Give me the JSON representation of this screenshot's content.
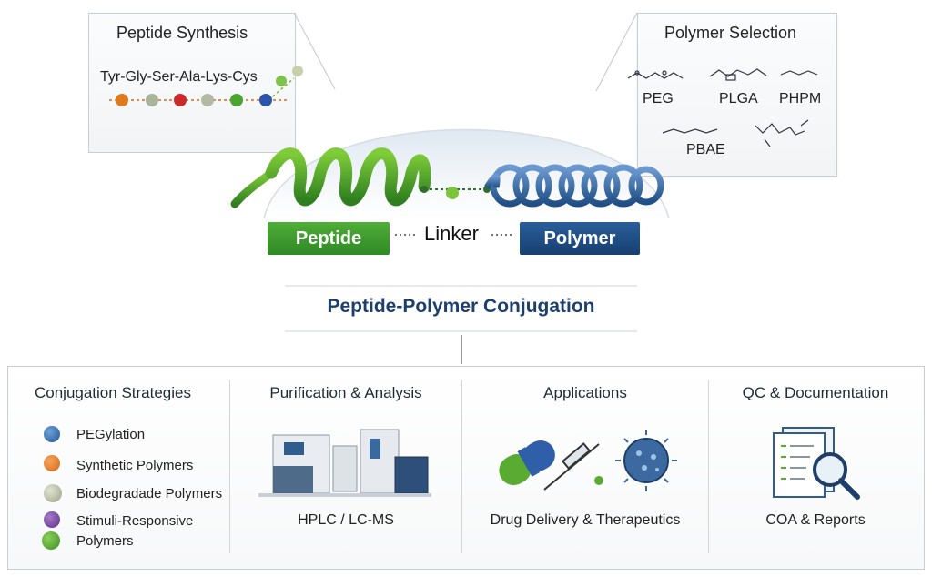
{
  "peptide_synthesis": {
    "title": "Peptide Synthesis",
    "sequence": "Tyr-Gly-Ser-Ala-Lys-Cys"
  },
  "polymer_selection": {
    "title": "Polymer Selection",
    "polymers": [
      "PEG",
      "PLGA",
      "PHPM",
      "PBAE"
    ]
  },
  "center": {
    "peptide_label": "Peptide",
    "linker_label": "Linker",
    "polymer_label": "Polymer",
    "main_title": "Peptide-Polymer Conjugation"
  },
  "columns": {
    "strategies": {
      "title": "Conjugation Strategies",
      "items": [
        "PEGylation",
        "Synthetic Polymers",
        "Biodegradade Polymers",
        "Stimuli-Responsive",
        "Polymers"
      ]
    },
    "purification": {
      "title": "Purification & Analysis",
      "caption": "HPLC / LC-MS"
    },
    "applications": {
      "title": "Applications",
      "caption": "Drug Delivery & Therapeutics"
    },
    "qc": {
      "title": "QC & Documentation",
      "caption": "COA & Reports"
    }
  },
  "colors": {
    "peptide_green": "#3f9a2e",
    "polymer_blue": "#1f4f86",
    "title_blue": "#1d3f6e"
  }
}
